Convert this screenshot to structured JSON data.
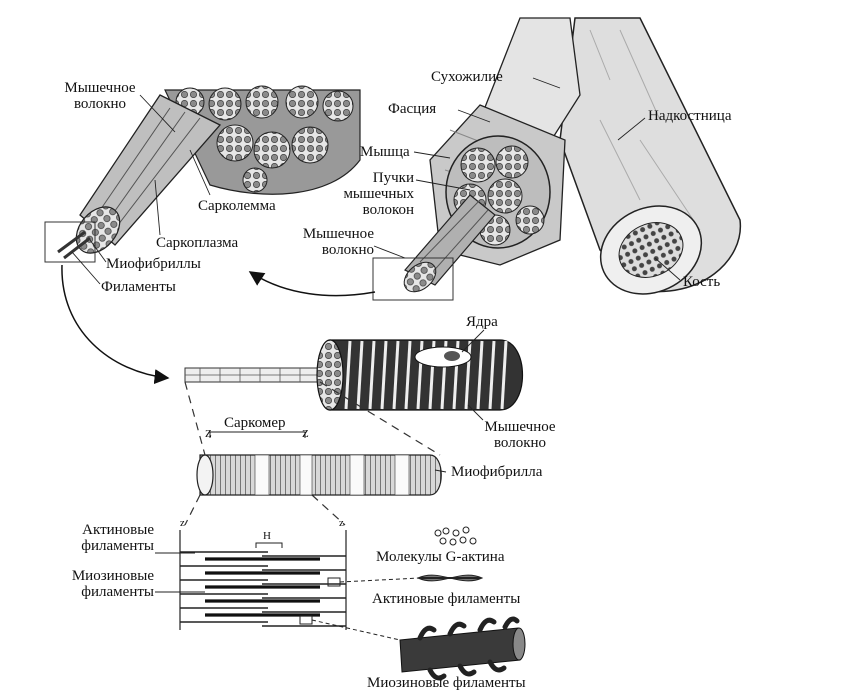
{
  "labels": {
    "muscle_fiber_top": [
      "Мышечное",
      "волокно"
    ],
    "sarcolemma": "Сарколемма",
    "sarcoplasm": "Саркоплазма",
    "myofibrils": "Миофибриллы",
    "filaments": "Филаменты",
    "tendon": "Сухожилие",
    "fascia": "Фасция",
    "periosteum": "Надкостница",
    "muscle": "Мышца",
    "bundles": [
      "Пучки",
      "мышечных",
      "волокон"
    ],
    "muscle_fiber_mid": [
      "Мышечное",
      "волокно"
    ],
    "bone": "Кость",
    "nuclei": "Ядра",
    "muscle_fiber_cyl": [
      "Мышечное",
      "волокно"
    ],
    "sarcomere": "Саркомер",
    "z1": "Z",
    "z2": "Z",
    "myofibril": "Миофибрилла",
    "actin_filaments_left": [
      "Актиновые",
      "филаменты"
    ],
    "myosin_filaments_left": [
      "Миозиновые",
      "филаменты"
    ],
    "z3": "z",
    "z4": "z",
    "h": "H",
    "g_actin": "Молекулы G-актина",
    "actin_filaments_right": "Актиновые филаменты",
    "myosin_filaments_right": "Миозиновые филаменты"
  }
}
